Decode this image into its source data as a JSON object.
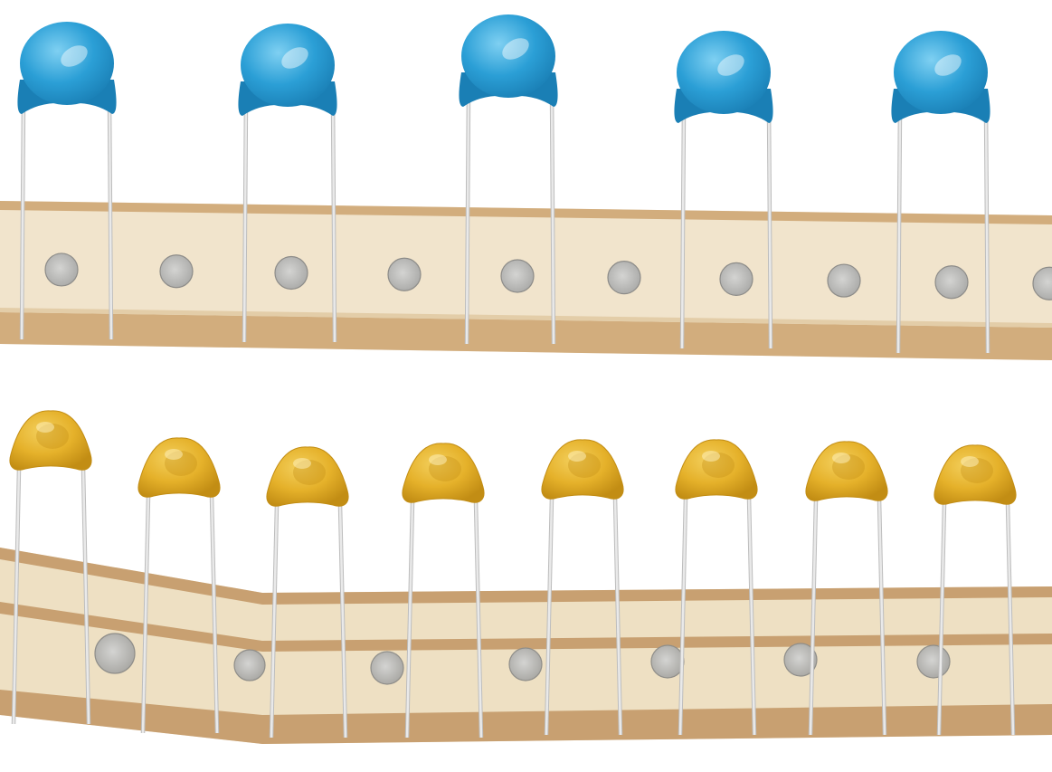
{
  "scene": {
    "background": "#ffffff",
    "strips": [
      {
        "name": "blue-capacitor-strip",
        "component_count": 5,
        "hole_count": 10,
        "capacitor_color": "#2b9fd6",
        "capacitor_highlight": "#7fd0f2",
        "capacitor_shade": "#1a7fb5",
        "tape_color": "#f1e4cc",
        "band_color": "#d2ad7d",
        "hole_color": "#a9a9a7"
      },
      {
        "name": "yellow-capacitor-strip",
        "component_count": 8,
        "hole_count": 7,
        "capacitor_color": "#e5b12a",
        "capacitor_highlight": "#f3cf5c",
        "capacitor_shade": "#c28d14",
        "tape_color": "#eee0c3",
        "band_color": "#c8a071",
        "hole_color": "#a7a6a2"
      }
    ],
    "lead_color": "#e9e9e9",
    "lead_edge": "#bdbdbd"
  }
}
